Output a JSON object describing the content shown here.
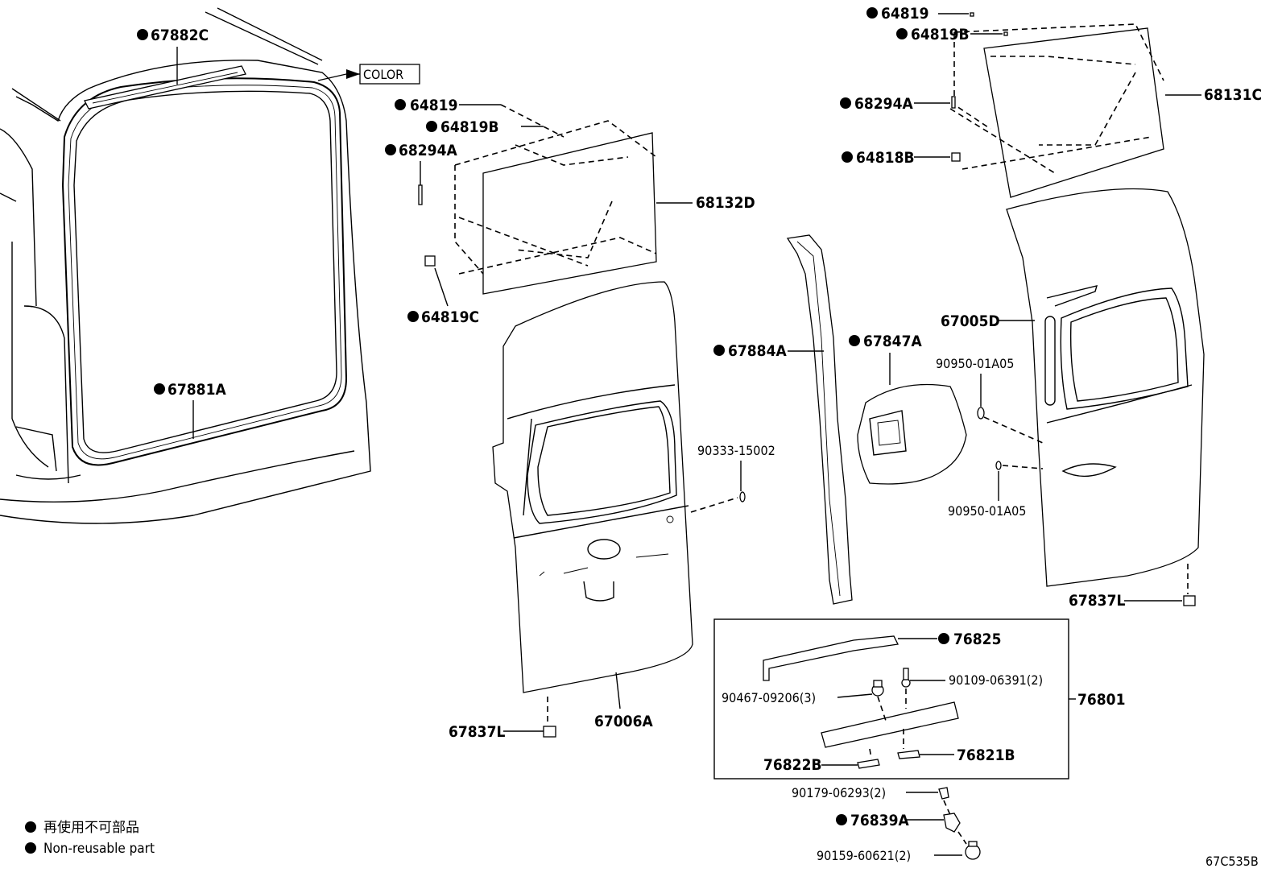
{
  "callouts": {
    "p67882C": "67882C",
    "p67881A": "67881A",
    "color": "COLOR",
    "p64819_mid": "64819",
    "p64819B_mid": "64819B",
    "p68294A_mid": "68294A",
    "p68132D": "68132D",
    "p64819C": "64819C",
    "p67884A": "67884A",
    "p67847A": "67847A",
    "p90333": "90333-15002",
    "p67006A": "67006A",
    "p67837L_left": "67837L",
    "p64819_right": "64819",
    "p64819B_right": "64819B",
    "p68294A_right": "68294A",
    "p64818B": "64818B",
    "p68131C": "68131C",
    "p67005D": "67005D",
    "p90950_top": "90950-01A05",
    "p90950_bot": "90950-01A05",
    "p67837L_right": "67837L",
    "p76825": "76825",
    "p90109": "90109-06391(2)",
    "p90467": "90467-09206(3)",
    "p76801": "76801",
    "p76822B": "76822B",
    "p76821B": "76821B",
    "p90179": "90179-06293(2)",
    "p76839A": "76839A",
    "p90159": "90159-60621(2)"
  },
  "legend": {
    "line_jp": "再使用不可部品",
    "line_en": "Non-reusable part"
  },
  "diagram_code": "67C535B"
}
